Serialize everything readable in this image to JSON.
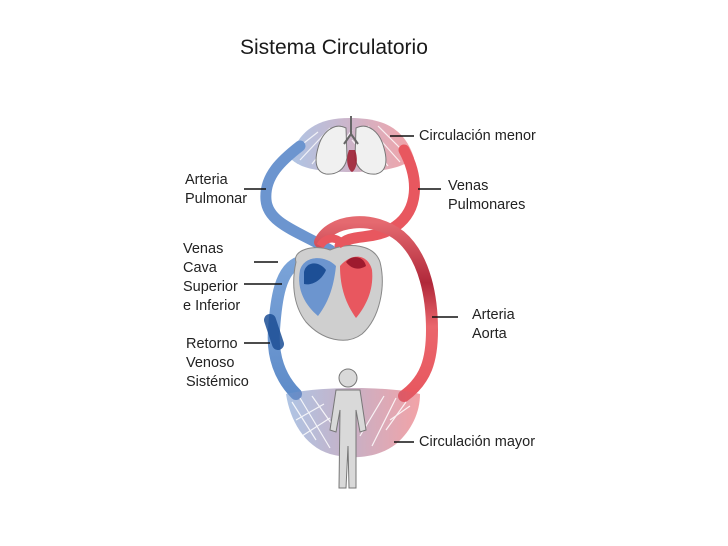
{
  "title": "Sistema Circulatorio",
  "labels": {
    "circulacion_menor": "Circulación menor",
    "arteria_pulmonar": [
      "Arteria",
      "Pulmonar"
    ],
    "venas_pulmonares": [
      "Venas",
      "Pulmonares"
    ],
    "venas_cava": [
      "Venas",
      "Cava",
      "Superior",
      "e Inferior"
    ],
    "arteria_aorta": [
      "Arteria",
      "Aorta"
    ],
    "retorno_venoso": [
      "Retorno",
      "Venoso",
      "Sistémico"
    ],
    "circulacion_mayor": "Circulación mayor"
  },
  "colors": {
    "arterial": "#e8575f",
    "arterial_dark": "#9e1b2e",
    "venous": "#6c95cf",
    "venous_dark": "#1d4f96",
    "capillary_mix": "#b48aa6",
    "heart_shell": "#cfcfcf",
    "body_silhouette": "#d9d9d9",
    "lungs": "#ececec"
  }
}
